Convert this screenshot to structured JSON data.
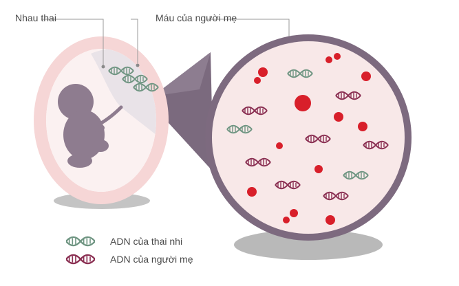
{
  "labels": {
    "placenta": "Nhau thai",
    "maternal_blood": "Máu của người mẹ"
  },
  "legend": {
    "fetal_dna": "ADN của thai nhi",
    "maternal_dna": "ADN của người mẹ"
  },
  "colors": {
    "fetal_dna": "#6f9582",
    "maternal_dna": "#8a2f52",
    "blood_cell": "#d81f2a",
    "uterus_ring": "#f4d2d2",
    "fetus": "#8e7c8f",
    "magnifier_fill": "#f8e8e8",
    "magnifier_ring": "#7d6a7f",
    "shadow": "#bdbdbd",
    "text": "#4a4a4a"
  }
}
